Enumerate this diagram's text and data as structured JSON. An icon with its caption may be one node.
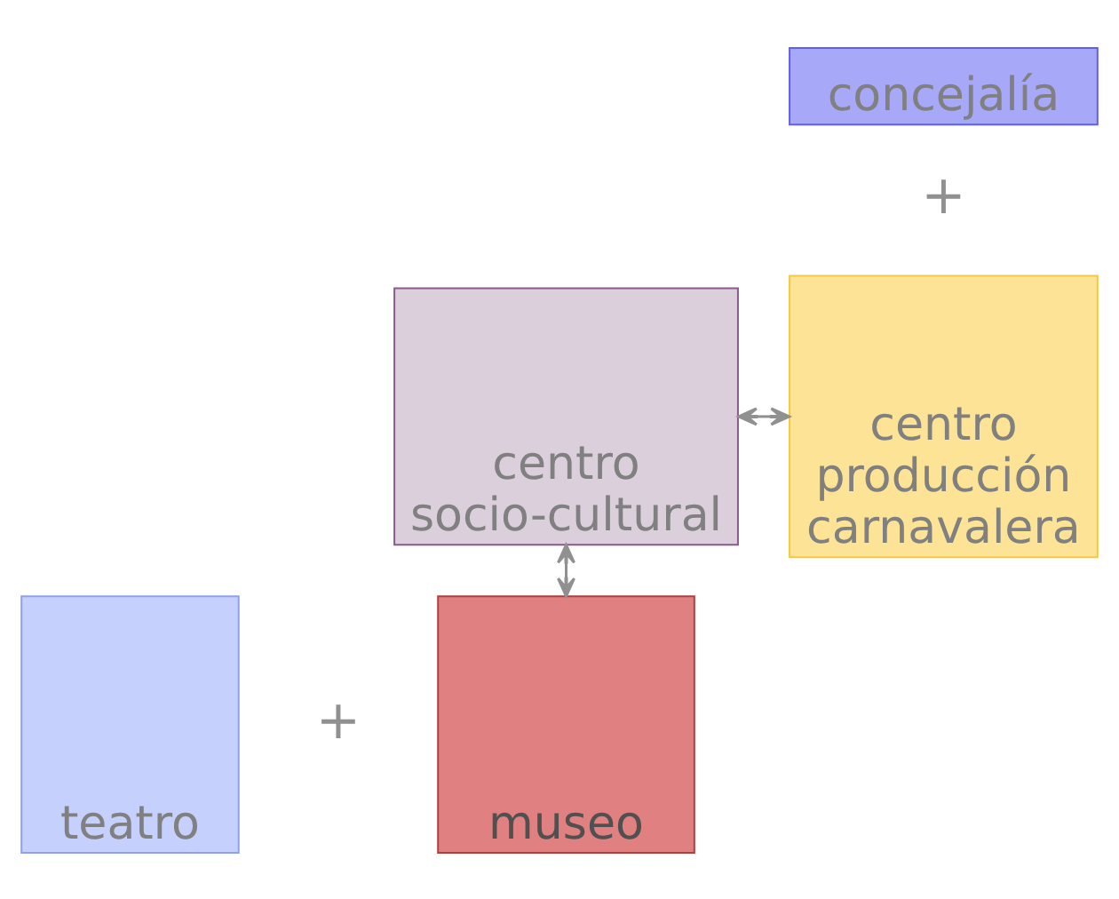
{
  "diagram": {
    "nodes": [
      {
        "text": [
          "centro socio-cultural"
        ]
      },
      {
        "text": [
          "concejalía"
        ]
      },
      {
        "text": [
          "centro producción carnavalera"
        ]
      },
      {
        "text": [
          "teatro"
        ]
      },
      {
        "text": [
          "museo"
        ]
      }
    ],
    "edges": [
      {
        "from": 0,
        "to": 2,
        "arrow": "both"
      },
      {
        "from": 0,
        "to": 4,
        "arrow": "both"
      }
    ],
    "labels": [
      "+",
      "+"
    ]
  }
}
